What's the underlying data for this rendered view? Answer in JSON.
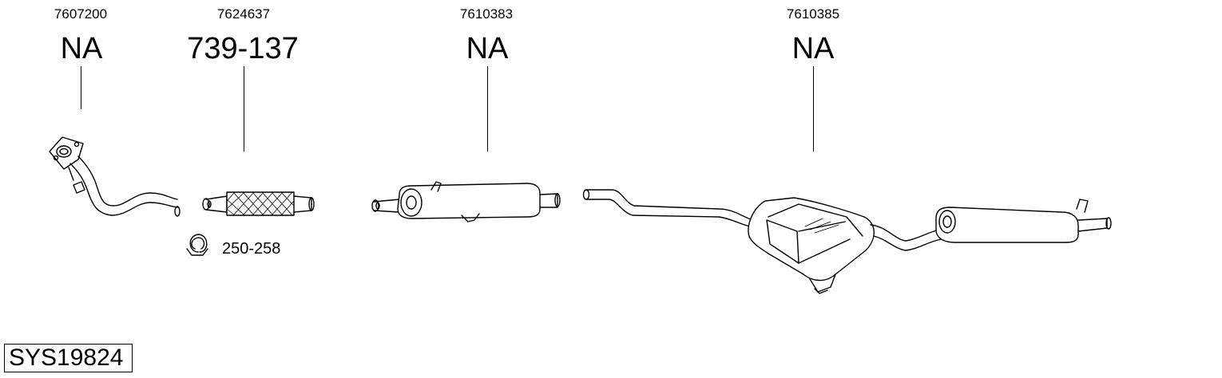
{
  "parts": [
    {
      "part_number": "7607200",
      "code": "NA"
    },
    {
      "part_number": "7624637",
      "code": "739-137"
    },
    {
      "part_number": "7610383",
      "code": "NA"
    },
    {
      "part_number": "7610385",
      "code": "NA"
    }
  ],
  "clamp": {
    "label": "250-258"
  },
  "system": {
    "id": "SYS19824"
  }
}
